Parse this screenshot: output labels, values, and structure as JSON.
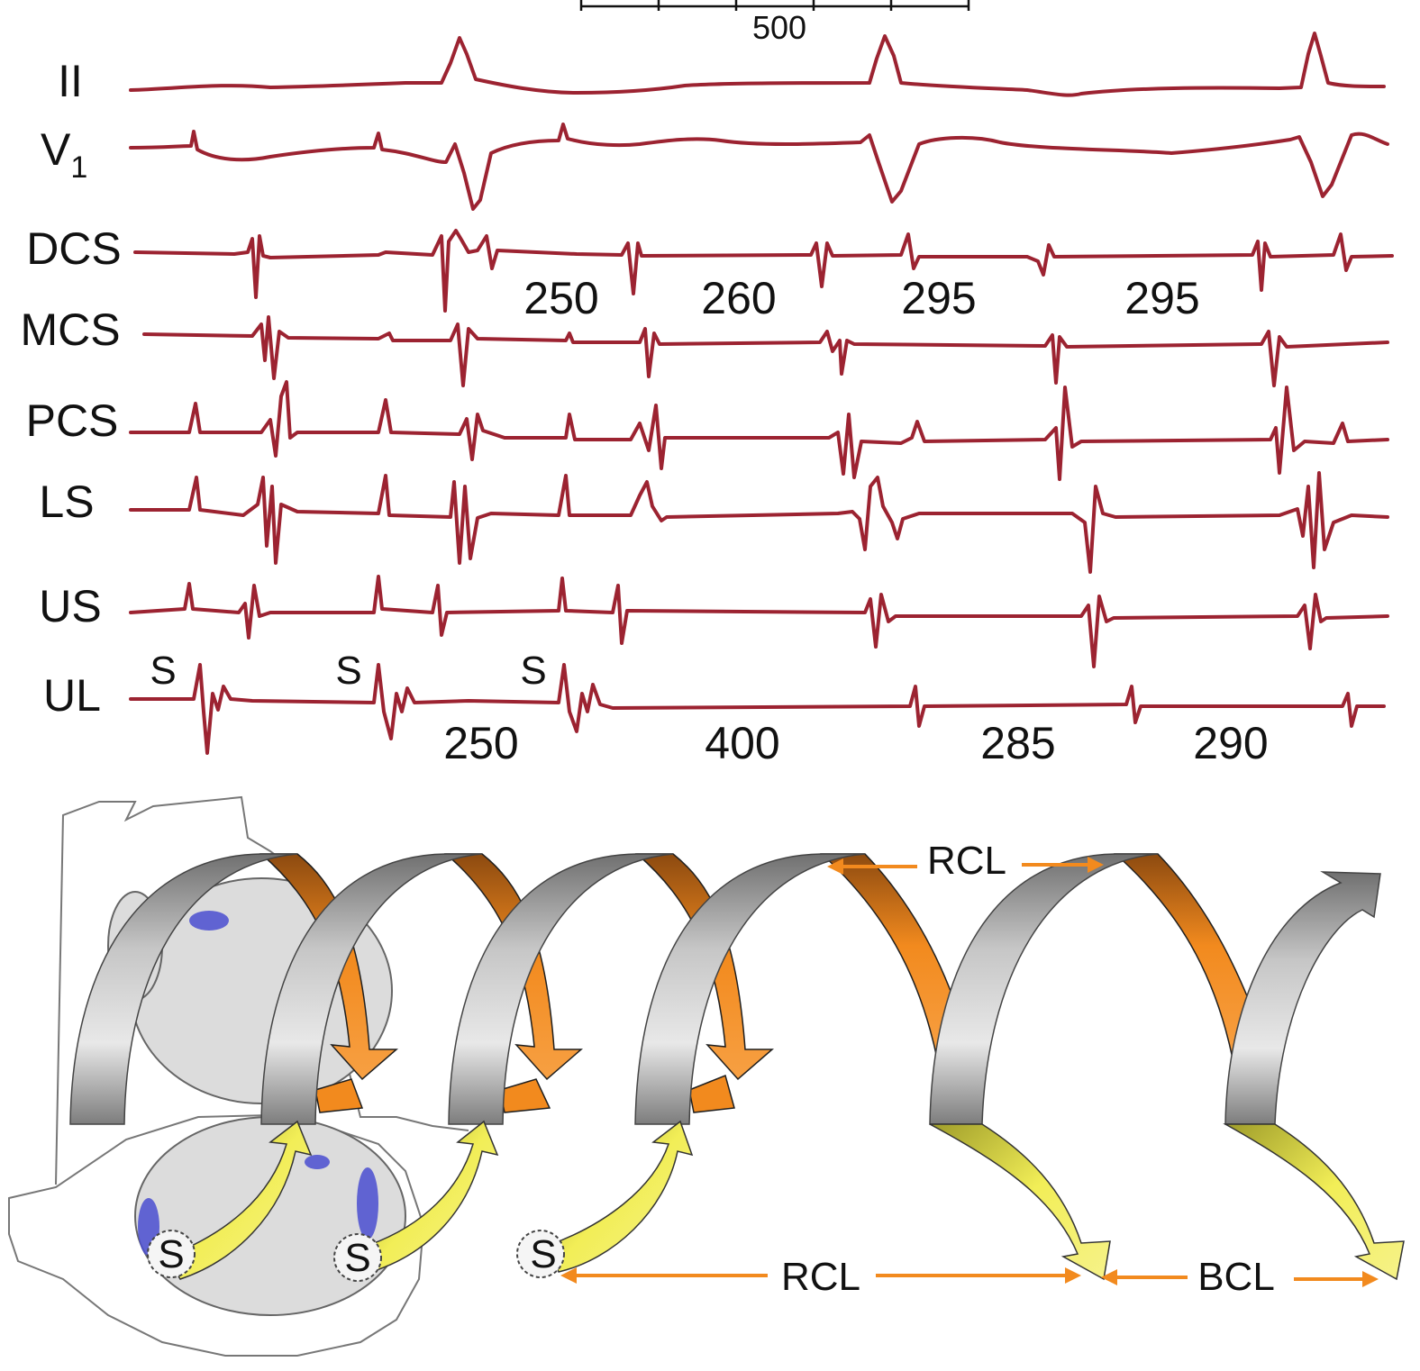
{
  "scale_bar": {
    "label": "500"
  },
  "leads": [
    {
      "id": "II",
      "label": "II",
      "subscript": ""
    },
    {
      "id": "V1",
      "label": "V",
      "subscript": "1"
    },
    {
      "id": "DCS",
      "label": "DCS",
      "subscript": ""
    },
    {
      "id": "MCS",
      "label": "MCS",
      "subscript": ""
    },
    {
      "id": "PCS",
      "label": "PCS",
      "subscript": ""
    },
    {
      "id": "LS",
      "label": "LS",
      "subscript": ""
    },
    {
      "id": "US",
      "label": "US",
      "subscript": ""
    },
    {
      "id": "UL",
      "label": "UL",
      "subscript": ""
    }
  ],
  "dcs_intervals": [
    "250",
    "260",
    "295",
    "295"
  ],
  "ul_intervals": [
    "250",
    "400",
    "285",
    "290"
  ],
  "stim_marker": "S",
  "diagram": {
    "rcl_top": "RCL",
    "rcl_bottom": "RCL",
    "bcl": "BCL",
    "stim_labels": [
      "S",
      "S",
      "S"
    ]
  },
  "colors": {
    "trace": "#9c2331",
    "orange": "#f28a1e",
    "gray_arc": "#8f8f8f",
    "yellow": "#f2ee57",
    "blue_spot": "#4a4ed0"
  }
}
